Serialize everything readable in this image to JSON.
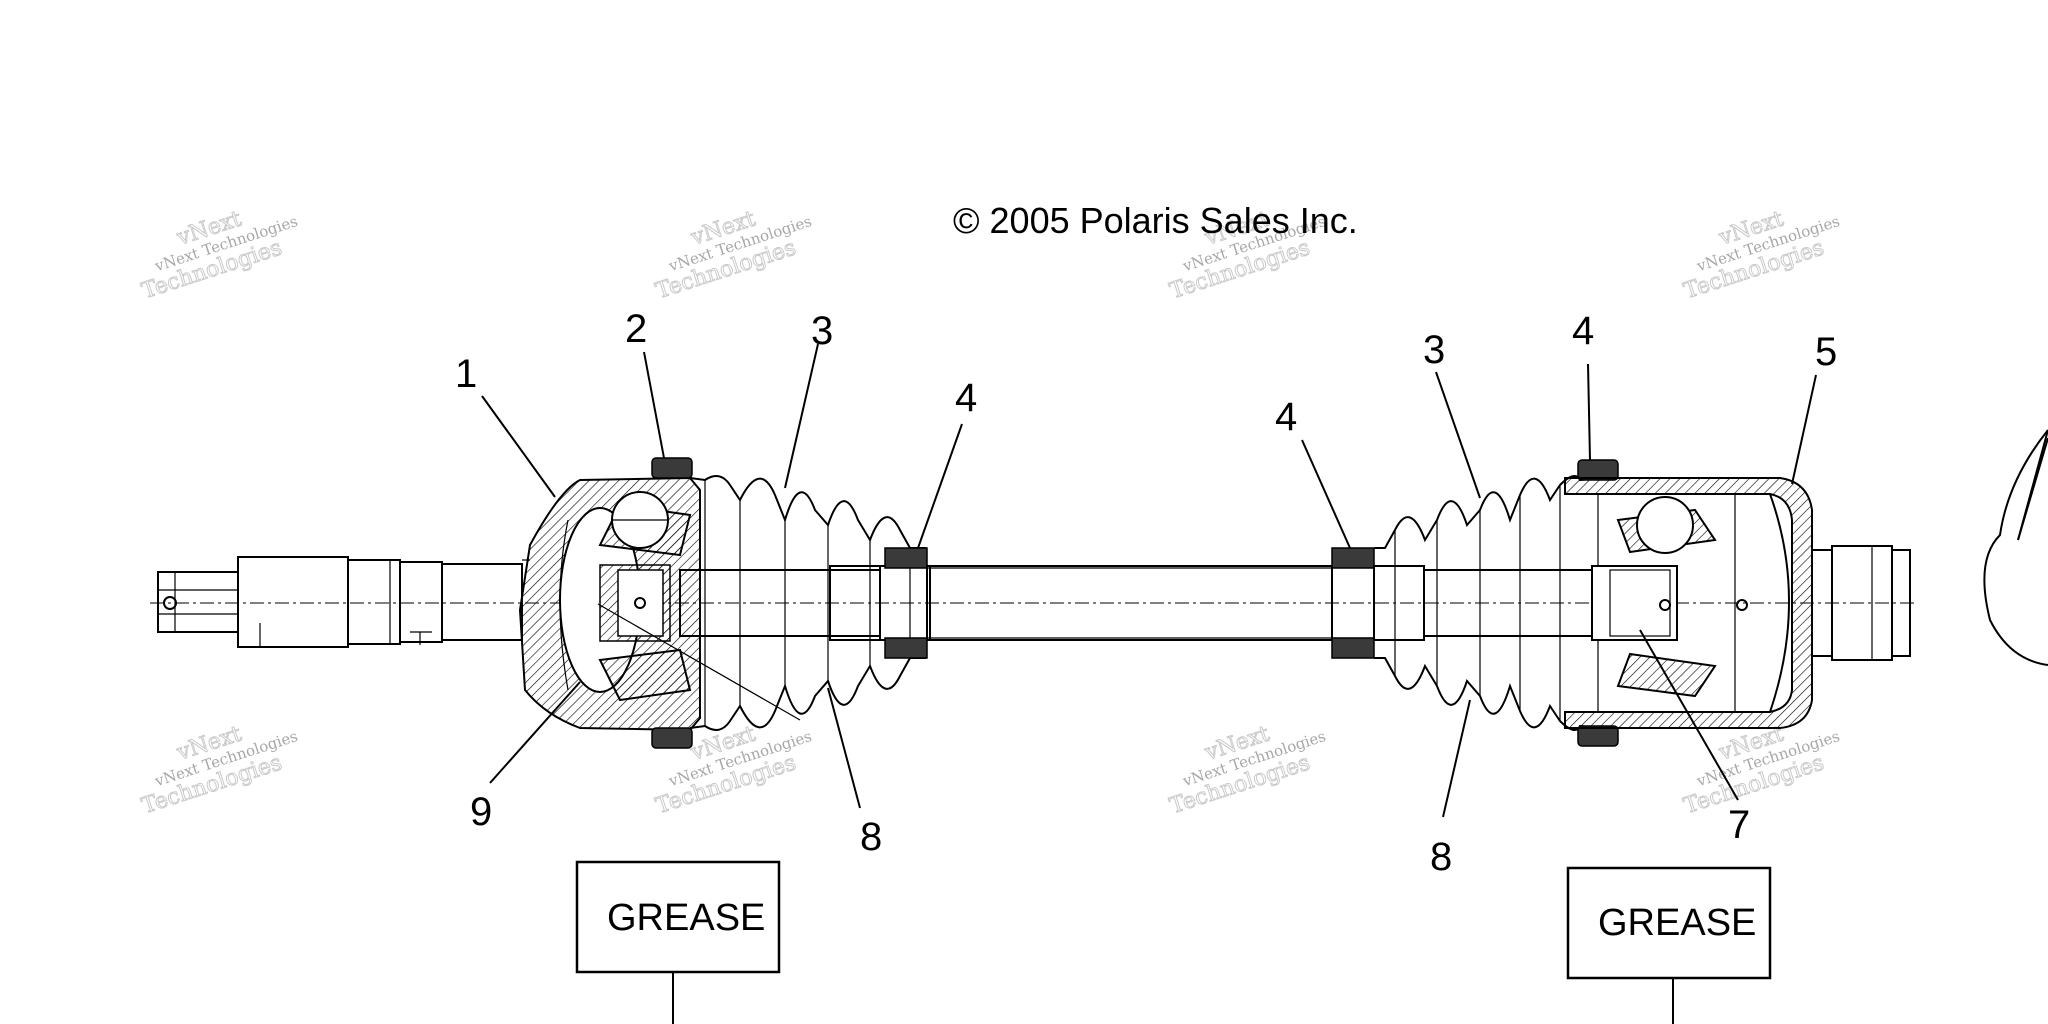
{
  "copyright": "© 2005 Polaris Sales Inc.",
  "watermark": {
    "line1": "vNext Technologies",
    "line2": "vNext",
    "line3": "Technologies"
  },
  "callouts": [
    {
      "id": "left-1",
      "label": "1"
    },
    {
      "id": "left-2",
      "label": "2"
    },
    {
      "id": "left-3",
      "label": "3"
    },
    {
      "id": "left-4",
      "label": "4"
    },
    {
      "id": "left-9",
      "label": "9"
    },
    {
      "id": "left-8",
      "label": "8"
    },
    {
      "id": "right-4a",
      "label": "4"
    },
    {
      "id": "right-3",
      "label": "3"
    },
    {
      "id": "right-4b",
      "label": "4"
    },
    {
      "id": "right-5",
      "label": "5"
    },
    {
      "id": "right-8",
      "label": "8"
    },
    {
      "id": "right-7",
      "label": "7"
    }
  ],
  "grease_boxes": [
    {
      "label": "GREASE"
    },
    {
      "label": "GREASE"
    }
  ],
  "colors": {
    "ink": "#000000",
    "watermark": "#9a9a9a",
    "background": "#ffffff"
  }
}
